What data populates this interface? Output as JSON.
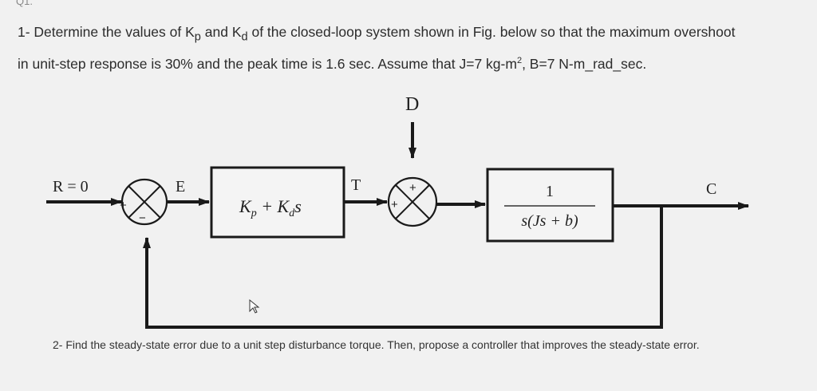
{
  "header_fragment": "Q1.",
  "question1": {
    "line1_a": "1- Determine the values of K",
    "kp_sub": "p",
    "line1_b": " and K",
    "kd_sub": "d",
    "line1_c": " of the closed-loop system shown in Fig. below so that the maximum overshoot",
    "line2_a": "in unit-step response is 30% and the peak time is 1.6 sec. Assume that J=7 kg-m",
    "sup2": "2",
    "line2_b": ", B=7 N-m_rad_sec."
  },
  "diagram": {
    "label_R": "R = 0",
    "label_E": "E",
    "label_T": "T",
    "label_D": "D",
    "label_C": "C",
    "sum1_plus": "+",
    "sum1_minus": "−",
    "sum2_plus_top": "+",
    "sum2_plus_left": "+",
    "controller_K1": "K",
    "controller_p": "p",
    "controller_plus": " + K",
    "controller_d": "d",
    "controller_s": "s",
    "plant_num": "1",
    "plant_den": "s(Js + b)"
  },
  "question2": {
    "text": "2- Find the steady-state error due to a unit step disturbance torque. Then, propose a controller that improves the steady-state error."
  }
}
